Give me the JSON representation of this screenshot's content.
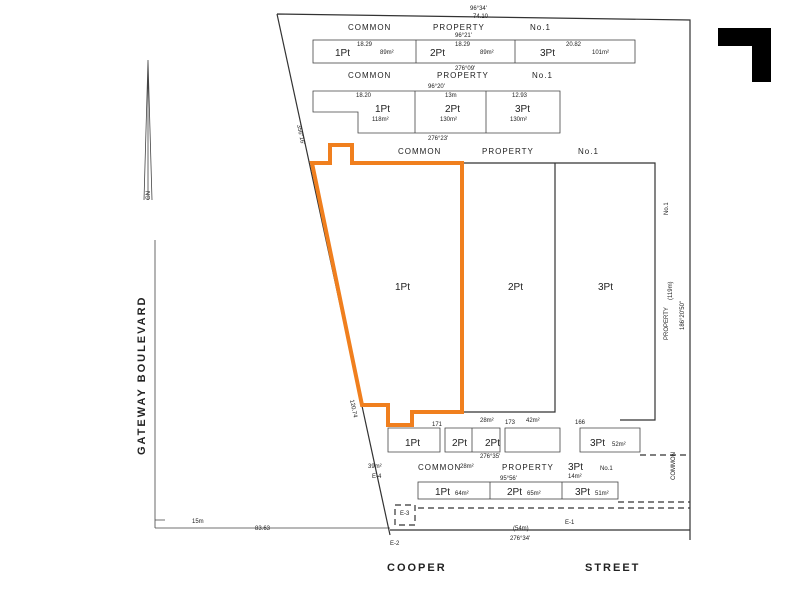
{
  "plan": {
    "highlight_color": "#f07f1e",
    "top_bearing": "96°34'",
    "top_distance": "74.10",
    "left_bearing": "356°16'",
    "left_distance": "120.74",
    "bottom_bearing": "276°34'",
    "bottom_distance": "(54m)",
    "right_bearing": "186°20'50\"",
    "right_distance": "(119m)",
    "north_label": "GN",
    "scale_label": "15m",
    "west_measure": "83.63",
    "street_west": "GATEWAY    BOULEVARD",
    "street_south_1": "COOPER",
    "street_south_2": "STREET",
    "common": "COMMON",
    "property": "PROPERTY",
    "no1": "No.1",
    "row1": [
      {
        "lot": "1Pt",
        "area": "89m²",
        "dims": "18.29"
      },
      {
        "lot": "2Pt",
        "area": "89m²",
        "dims": "18.29"
      },
      {
        "lot": "3Pt",
        "area": "101m²",
        "dims": "20.82"
      }
    ],
    "row1_bearing": "96°21'",
    "row1_bearing_b": "276°09'",
    "row2": [
      {
        "lot": "1Pt",
        "area": "118m²",
        "dims": "18.20"
      },
      {
        "lot": "2Pt",
        "area": "130m²",
        "dims": "13m"
      },
      {
        "lot": "3Pt",
        "area": "130m²",
        "dims": "12.93"
      }
    ],
    "row2_bearing": "96°20'",
    "row2_bearing_b": "276°23'",
    "big_lots": [
      "1Pt",
      "2Pt",
      "3Pt"
    ],
    "row3": [
      {
        "lot": "1Pt",
        "area": ""
      },
      {
        "lot": "2Pt",
        "area": ""
      },
      {
        "lot": "2Pt",
        "area": ""
      },
      {
        "lot": "3Pt",
        "area": "52m²"
      }
    ],
    "row3_areas": [
      "28m²",
      "42m²",
      "39m²",
      "28m²"
    ],
    "row3_bearing": "276°35'",
    "row3_3pt": "3Pt",
    "row3_3pt_area": "14m²",
    "row4": [
      {
        "lot": "1Pt",
        "area": "64m²"
      },
      {
        "lot": "2Pt",
        "area": "65m²"
      },
      {
        "lot": "3Pt",
        "area": "51m²"
      }
    ],
    "row4_bearing": "95°56'",
    "easements": [
      "E-1",
      "E-2",
      "E-3",
      "E-4"
    ],
    "ticks": [
      "171",
      "173",
      "166"
    ]
  }
}
